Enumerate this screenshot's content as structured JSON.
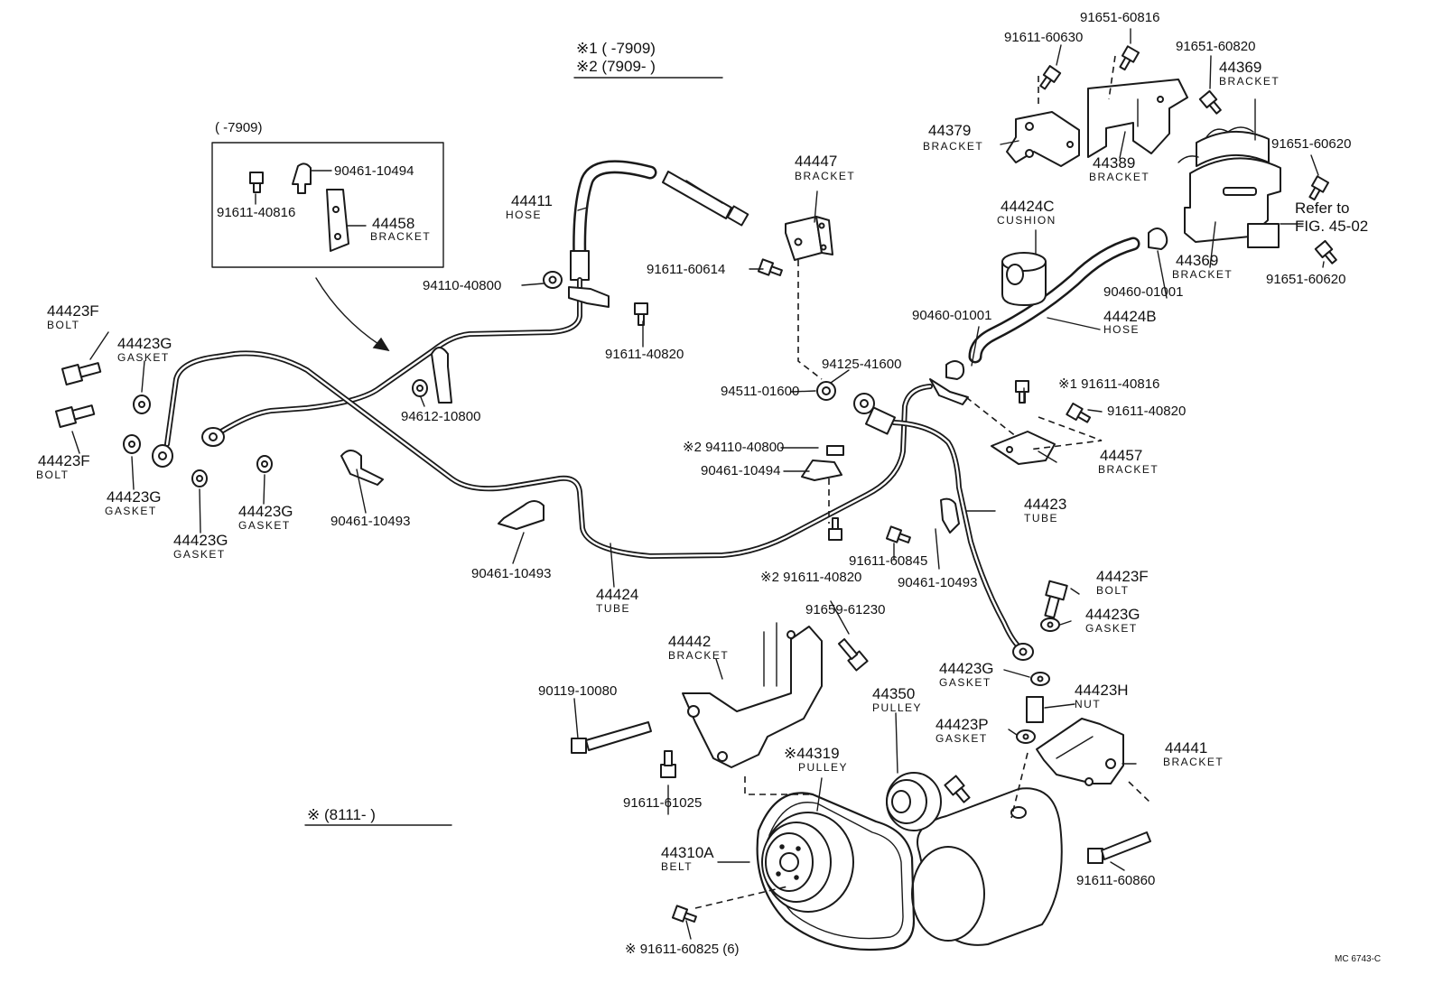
{
  "notes": {
    "n1": "※1 (      -7909)",
    "n2": "※2 (7909-        )",
    "inset": "(        -7909)",
    "star": "※   (8111-        )",
    "code": "MC 6743-C"
  },
  "labels": {
    "p91651_60816": "91651-60816",
    "p91611_60630": "91611-60630",
    "p91651_60820": "91651-60820",
    "p44369a": "44369",
    "p44369a_s": "BRACKET",
    "p91651_60620a": "91651-60620",
    "p44379": "44379",
    "p44379_s": "BRACKET",
    "p44389": "44389",
    "p44389_s": "BRACKET",
    "refer1": "Refer to",
    "refer2": "FIG. 45-02",
    "p44369b": "44369",
    "p44369b_s": "BRACKET",
    "p91651_60620b": "91651-60620",
    "p44424C": "44424C",
    "p44424C_s": "CUSHION",
    "p90460_01001a": "90460-01001",
    "p90460_01001b": "90460-01001",
    "p44424B": "44424B",
    "p44424B_s": "HOSE",
    "p44447": "44447",
    "p44447_s": "BRACKET",
    "p44411": "44411",
    "p44411_s": "HOSE",
    "p91611_60614": "91611-60614",
    "p94110_40800": "94110-40800",
    "p91611_40820a": "91611-40820",
    "p90461_10494a": "90461-10494",
    "p91611_40816a": "91611-40816",
    "p44458": "44458",
    "p44458_s": "BRACKET",
    "p44423F_a": "44423F",
    "p44423F_a_s": "BOLT",
    "p44423G_a": "44423G",
    "p44423G_a_s": "GASKET",
    "p44423F_b": "44423F",
    "p44423F_b_s": "BOLT",
    "p44423G_b": "44423G",
    "p44423G_b_s": "GASKET",
    "p44423G_c": "44423G",
    "p44423G_c_s": "GASKET",
    "p44423G_d": "44423G",
    "p44423G_d_s": "GASKET",
    "p94612_10800": "94612-10800",
    "p90461_10493a": "90461-10493",
    "p90461_10493b": "90461-10493",
    "p44424": "44424",
    "p44424_s": "TUBE",
    "p94125_41600": "94125-41600",
    "p94511_01600": "94511-01600",
    "p94110_40800b": "※2 94110-40800",
    "p90461_10494b": "90461-10494",
    "p91611_40816b": "※1 91611-40816",
    "p91611_40820b": "91611-40820",
    "p44457": "44457",
    "p44457_s": "BRACKET",
    "p44423": "44423",
    "p44423_s": "TUBE",
    "p91611_60845": "91611-60845",
    "p90461_10493c": "90461-10493",
    "p91611_40820c": "※2 91611-40820",
    "p44423F_c": "44423F",
    "p44423F_c_s": "BOLT",
    "p44423G_e": "44423G",
    "p44423G_e_s": "GASKET",
    "p91659_61230": "91659-61230",
    "p44442": "44442",
    "p44442_s": "BRACKET",
    "p44423G_f": "44423G",
    "p44423G_f_s": "GASKET",
    "p44423H": "44423H",
    "p44423H_s": "NUT",
    "p90119_10080": "90119-10080",
    "p44350": "44350",
    "p44350_s": "PULLEY",
    "p44423P": "44423P",
    "p44423P_s": "GASKET",
    "p44441": "44441",
    "p44441_s": "BRACKET",
    "p44319": "※44319",
    "p44319_s": "PULLEY",
    "p91611_61025": "91611-61025",
    "p44310A": "44310A",
    "p44310A_s": "BELT",
    "p91611_60860": "91611-60860",
    "p91611_60825": "※ 91611-60825 (6)"
  }
}
